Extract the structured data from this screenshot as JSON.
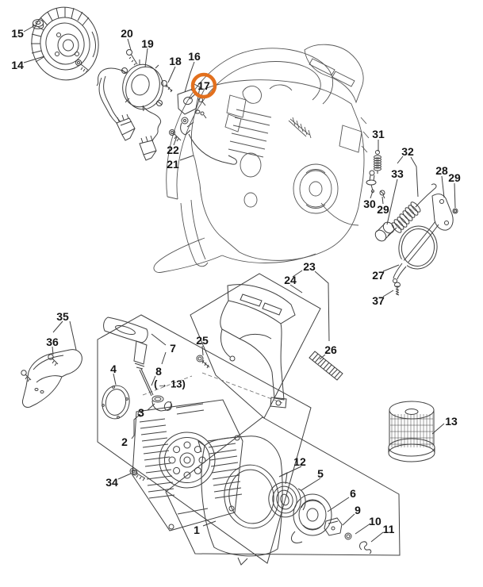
{
  "diagram": {
    "type": "exploded-parts-diagram",
    "background_color": "#ffffff",
    "line_color": "#3f3f3f"
  },
  "highlight": {
    "circled_part": "17",
    "color": "#e2701e"
  },
  "callouts": {
    "c1": {
      "label": "1"
    },
    "c2": {
      "label": "2"
    },
    "c3": {
      "label": "3"
    },
    "c4": {
      "label": "4"
    },
    "c5": {
      "label": "5"
    },
    "c6": {
      "label": "6"
    },
    "c7": {
      "label": "7"
    },
    "c8": {
      "label": "8",
      "note": "(→ 13)"
    },
    "c9": {
      "label": "9"
    },
    "c10": {
      "label": "10"
    },
    "c11": {
      "label": "11"
    },
    "c12": {
      "label": "12"
    },
    "c13": {
      "label": "13"
    },
    "c14": {
      "label": "14"
    },
    "c15": {
      "label": "15"
    },
    "c16": {
      "label": "16"
    },
    "c17": {
      "label": "17"
    },
    "c18": {
      "label": "18"
    },
    "c19": {
      "label": "19"
    },
    "c20": {
      "label": "20"
    },
    "c21": {
      "label": "21"
    },
    "c22": {
      "label": "22"
    },
    "c23": {
      "label": "23"
    },
    "c24": {
      "label": "24"
    },
    "c25": {
      "label": "25"
    },
    "c26": {
      "label": "26"
    },
    "c27": {
      "label": "27"
    },
    "c28": {
      "label": "28"
    },
    "c29a": {
      "label": "29"
    },
    "c29b": {
      "label": "29"
    },
    "c30": {
      "label": "30"
    },
    "c31": {
      "label": "31"
    },
    "c32": {
      "label": "32"
    },
    "c33": {
      "label": "33"
    },
    "c34": {
      "label": "34"
    },
    "c35": {
      "label": "35"
    },
    "c36": {
      "label": "36"
    },
    "c37": {
      "label": "37"
    }
  }
}
